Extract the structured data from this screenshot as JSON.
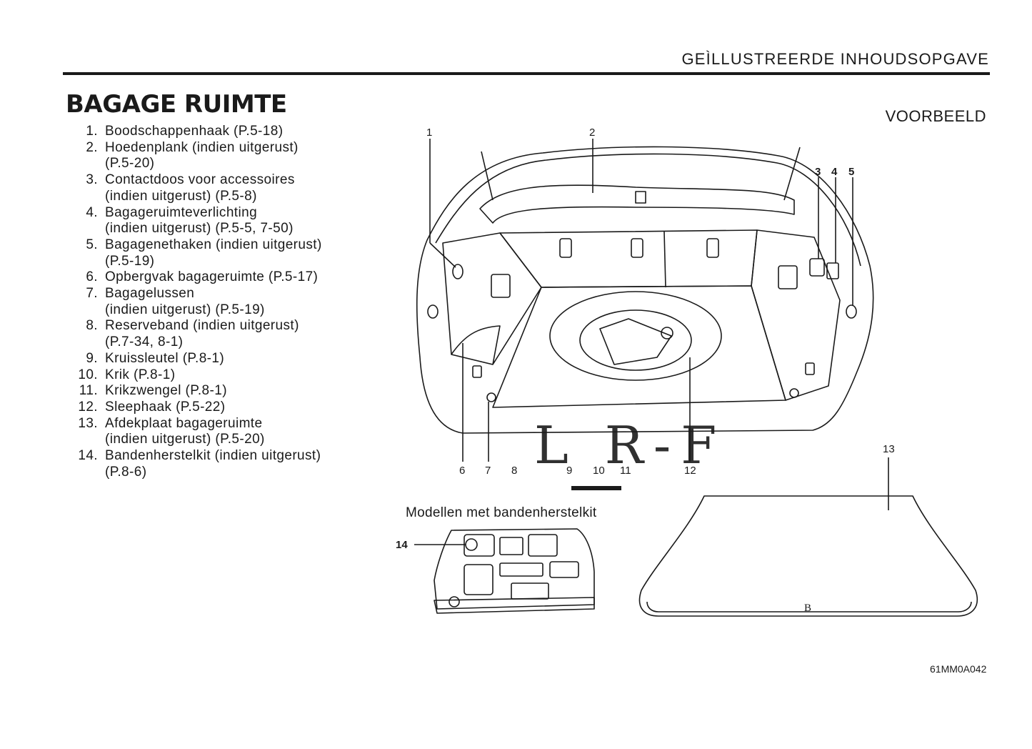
{
  "header": {
    "section_title": "GEÌLLUSTREERDE  INHOUDSOPGAVE"
  },
  "page_title": "BAGAGE RUIMTE",
  "example_label": "VOORBEELD",
  "items": [
    {
      "num": "1.",
      "lines": [
        "Boodschappenhaak (P.5-18)"
      ]
    },
    {
      "num": "2.",
      "lines": [
        "Hoedenplank (indien uitgerust)",
        "(P.5-20)"
      ]
    },
    {
      "num": "3.",
      "lines": [
        "Contactdoos voor accessoires",
        "(indien uitgerust) (P.5-8)"
      ]
    },
    {
      "num": "4.",
      "lines": [
        "Bagageruimteverlichting",
        "(indien uitgerust) (P.5-5, 7-50)"
      ]
    },
    {
      "num": "5.",
      "lines": [
        "Bagagenethaken (indien uitgerust)",
        "(P.5-19)"
      ]
    },
    {
      "num": "6.",
      "lines": [
        "Opbergvak bagageruimte (P.5-17)"
      ]
    },
    {
      "num": "7.",
      "lines": [
        "Bagagelussen",
        "(indien uitgerust) (P.5-19)"
      ]
    },
    {
      "num": "8.",
      "lines": [
        "Reserveband (indien uitgerust)",
        "(P.7-34,  8-1)"
      ]
    },
    {
      "num": "9.",
      "lines": [
        "Kruissleutel (P.8-1)"
      ]
    },
    {
      "num": "10.",
      "lines": [
        "Krik (P.8-1)"
      ]
    },
    {
      "num": "11.",
      "lines": [
        "Krikzwengel (P.8-1)"
      ]
    },
    {
      "num": "12.",
      "lines": [
        "Sleephaak (P.5-22)"
      ]
    },
    {
      "num": "13.",
      "lines": [
        "Afdekplaat bagageruimte",
        "(indien uitgerust) (P.5-20)"
      ]
    },
    {
      "num": "14.",
      "lines": [
        "Bandenherstelkit (indien uitgerust)",
        "(P.8-6)"
      ]
    }
  ],
  "callouts": {
    "c1": "1",
    "c2": "2",
    "c3": "3",
    "c4": "4",
    "c5": "5",
    "c6": "6",
    "c7": "7",
    "c8": "8",
    "c9": "9",
    "c10": "10",
    "c11": "11",
    "c12": "12",
    "c13": "13",
    "c14": "14"
  },
  "watermark": "L R-F",
  "cover_letter": "B",
  "caption": "Modellen  met bandenherstelkit",
  "figure_code": "61MM0A042"
}
